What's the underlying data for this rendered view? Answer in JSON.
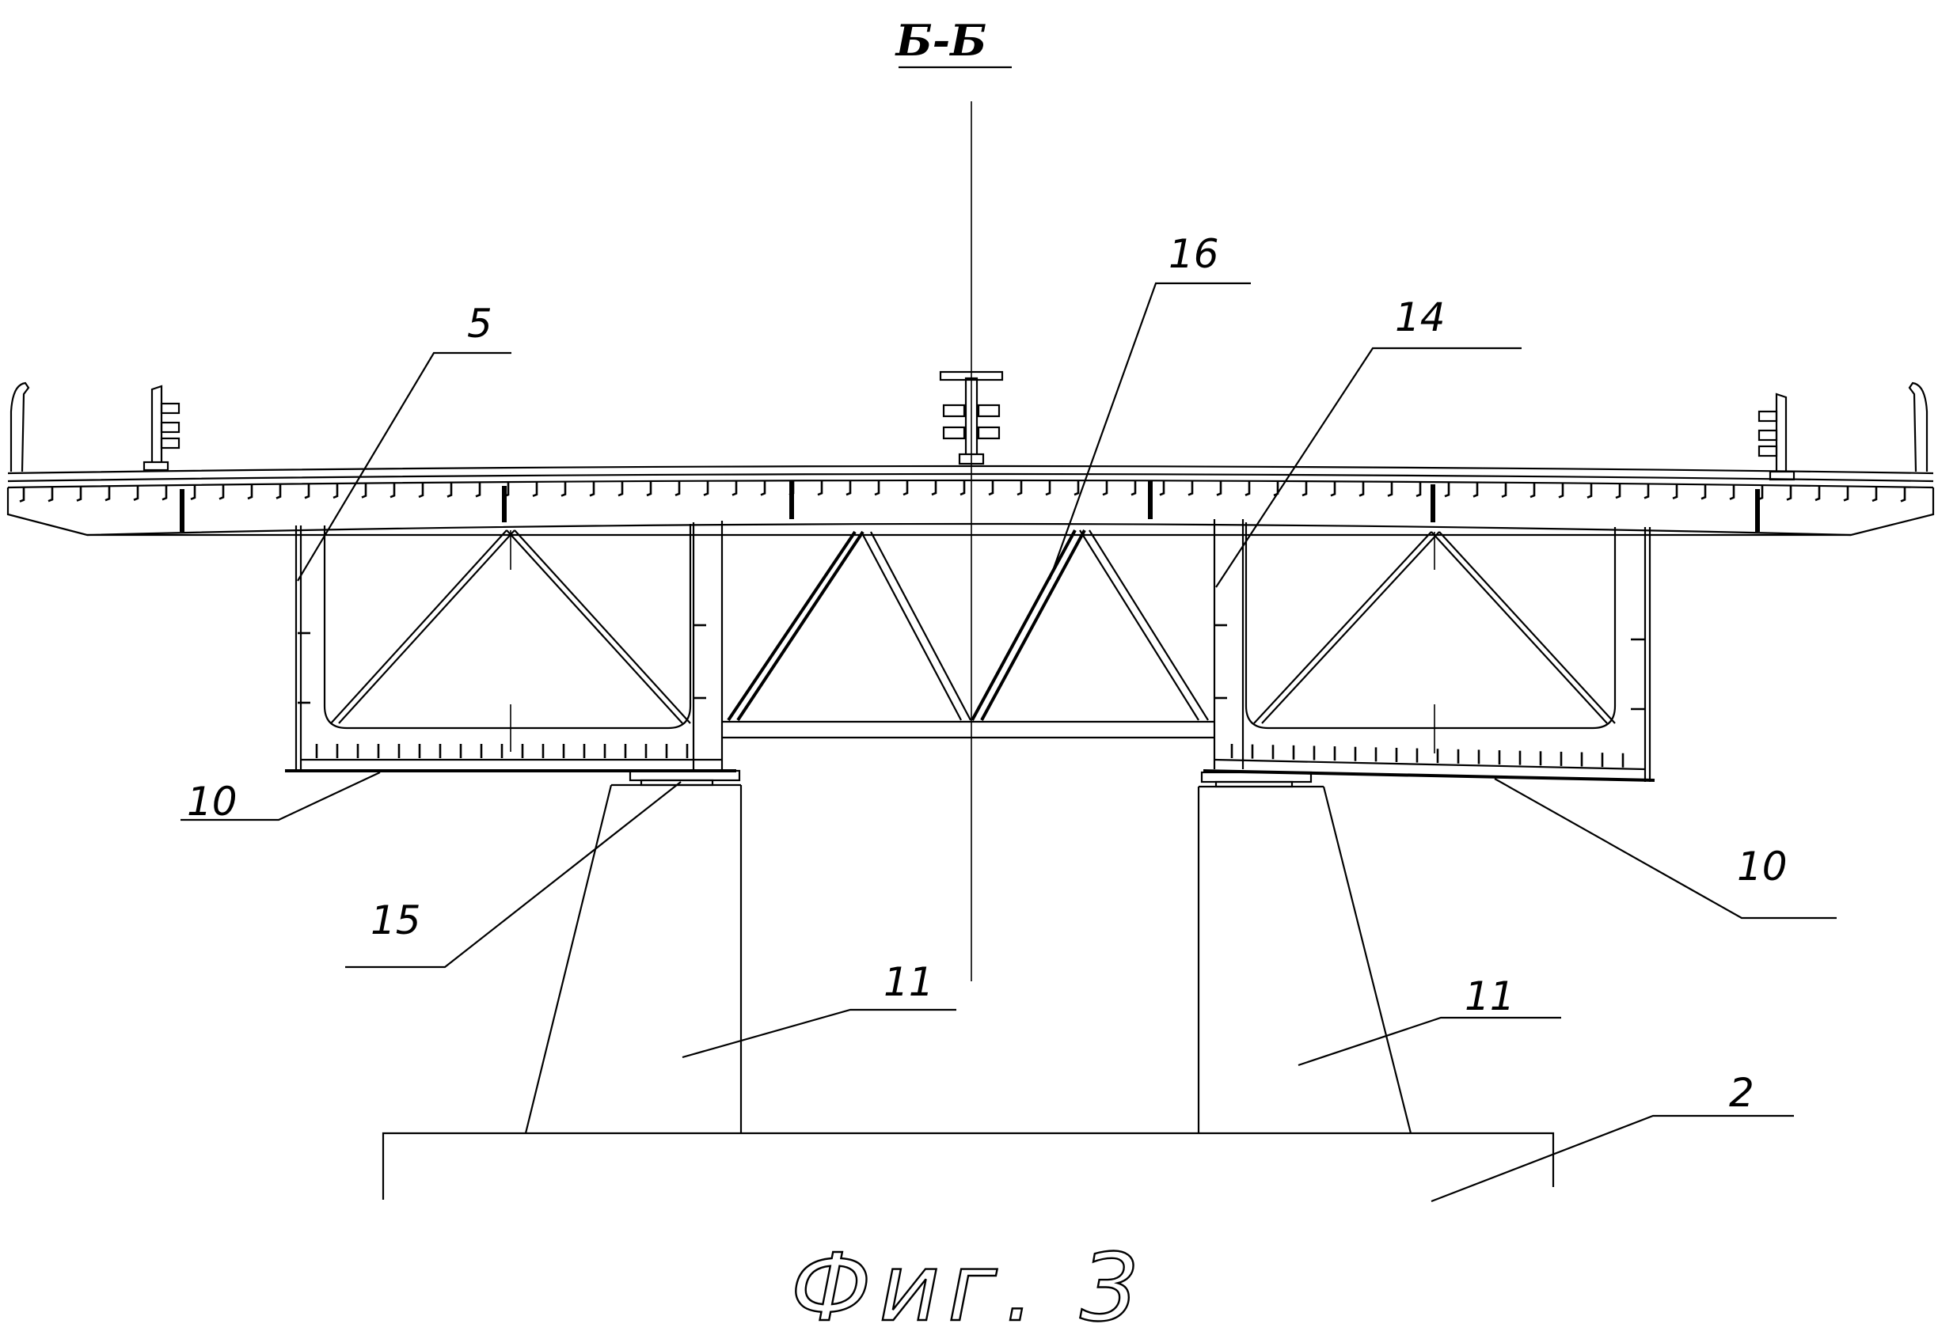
{
  "section_title": "Б-Б",
  "figure_caption": "Фиг. 3",
  "callouts": {
    "deck_left": "5",
    "truss": "16",
    "deck_right": "14",
    "bottom_chord_left": "10",
    "bottom_chord_right": "10",
    "bearing": "15",
    "pier_left": "11",
    "pier_right": "11",
    "foundation": "2"
  }
}
